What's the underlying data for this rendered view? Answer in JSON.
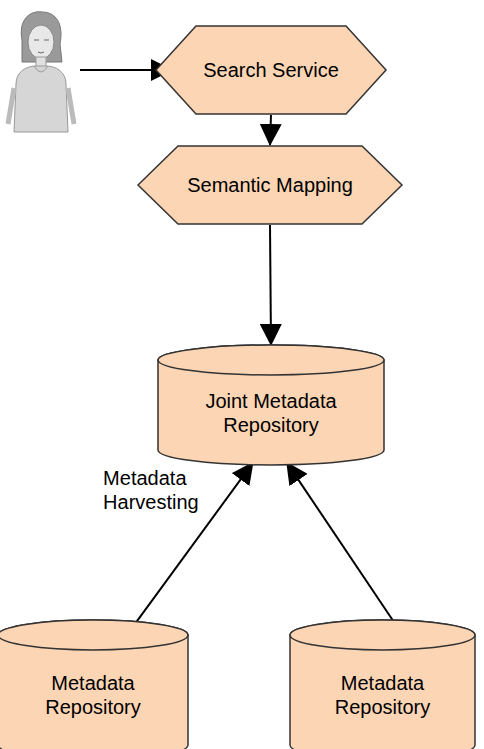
{
  "diagram": {
    "nodes": [
      {
        "text": [
          "Search Service"
        ]
      },
      {
        "text": [
          "Semantic Mapping"
        ]
      },
      {
        "text": [
          "Joint Metadata Repository"
        ]
      },
      {
        "text": [
          "Metadata Repository"
        ]
      },
      {
        "text": [
          "Metadata Repository"
        ]
      }
    ],
    "edges": [
      {
        "from": 0,
        "to": 1,
        "arrow": "to"
      },
      {
        "from": 1,
        "to": 2,
        "arrow": "to"
      },
      {
        "from": 3,
        "to": 2,
        "label": "Metadata Harvesting",
        "arrow": "to"
      },
      {
        "from": 4,
        "to": 2,
        "arrow": "to"
      }
    ]
  }
}
